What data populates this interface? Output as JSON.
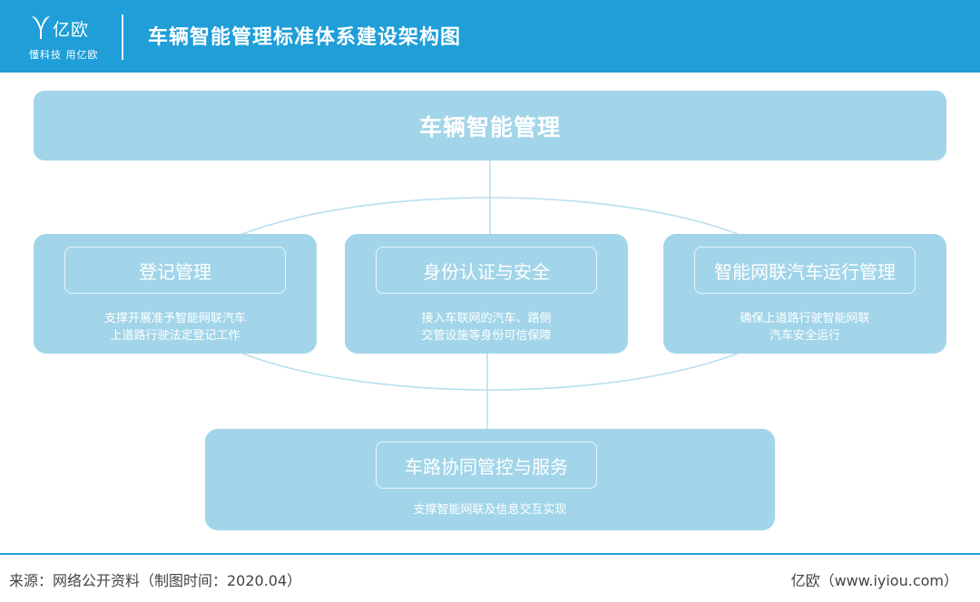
{
  "header": {
    "logo_name": "亿欧",
    "logo_slogan": "懂科技 用亿欧",
    "title": "车辆智能管理标准体系建设架构图"
  },
  "diagram": {
    "top": {
      "label": "车辆智能管理"
    },
    "modules": [
      {
        "label": "登记管理",
        "desc_line1": "支撑开展准予智能网联汽车",
        "desc_line2": "上道路行驶法定登记工作"
      },
      {
        "label": "身份认证与安全",
        "desc_line1": "接入车联网的汽车、路侧",
        "desc_line2": "交管设施等身份可信保障"
      },
      {
        "label": "智能网联汽车运行管理",
        "desc_line1": "确保上道路行驶智能网联",
        "desc_line2": "汽车安全运行"
      }
    ],
    "bottom": {
      "label": "车路协同管控与服务",
      "desc": "支撑智能网联及信息交互实现"
    }
  },
  "footer": {
    "source": "来源：网络公开资料（制图时间：2020.04）",
    "site": "亿欧（www.iyiou.com）"
  },
  "colors": {
    "header_bg": "#1f9ed8",
    "box_fill": "#a2d5e9",
    "connector": "#b9dfee"
  }
}
